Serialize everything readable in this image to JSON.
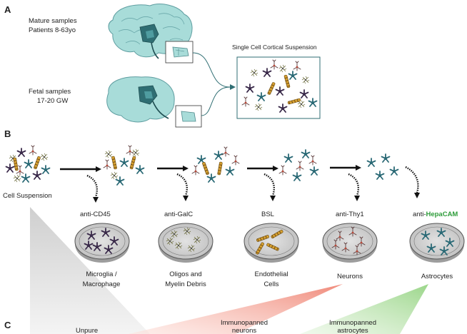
{
  "panel_labels": {
    "a": "A",
    "b": "B",
    "c": "C"
  },
  "panel_a": {
    "mature_line1": "Mature samples",
    "mature_line2": "Patients 8-63yo",
    "fetal_line1": "Fetal samples",
    "fetal_line2": "17-20 GW",
    "suspension_title": "Single Cell Cortical Suspension"
  },
  "panel_b": {
    "start_label": "Cell Suspension",
    "steps": [
      {
        "antibody": "anti-CD45",
        "result_line1": "Microglia /",
        "result_line2": "Macrophage"
      },
      {
        "antibody": "anti-GalC",
        "result_line1": "Oligos and",
        "result_line2": "Myelin Debris"
      },
      {
        "antibody": "BSL",
        "result_line1": "Endothelial",
        "result_line2": "Cells"
      },
      {
        "antibody": "anti-Thy1",
        "result_line1": "Neurons",
        "result_line2": ""
      },
      {
        "antibody_prefix": "anti-",
        "antibody_highlight": "HepaCAM",
        "result_line1": "Astrocytes",
        "result_line2": ""
      }
    ]
  },
  "panel_c": {
    "unpure": "Unpure",
    "neurons_line1": "Immunopanned",
    "neurons_line2": "neurons",
    "astro_line1": "Immunopanned",
    "astro_line2": "astrocytes"
  },
  "colors": {
    "brain": "#a8dcd9",
    "brain_dark": "#2f6e73",
    "connector": "#2f6e73",
    "neurons_text": "#e0312b",
    "astro_text": "#4aa84a",
    "hepacam": "#2e9c3a",
    "cell_teal": "#2b6a76",
    "cell_purple": "#3a2a4a",
    "endo_gold": "#d6a030"
  }
}
